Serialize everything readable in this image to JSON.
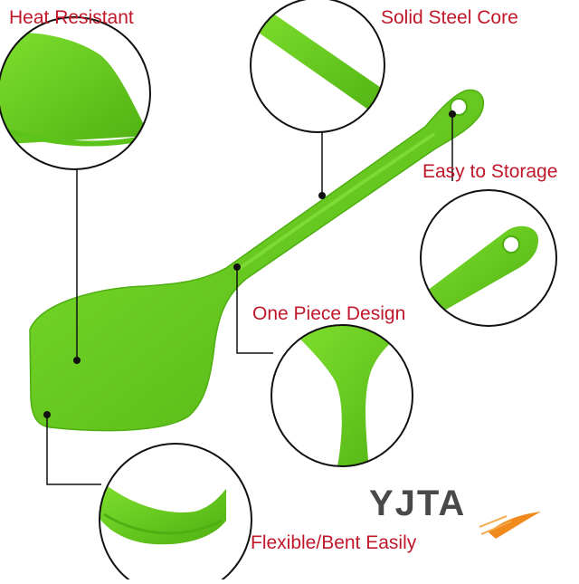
{
  "labels": {
    "heat": "Heat Resistant",
    "steel": "Solid Steel Core",
    "storage": "Easy to Storage",
    "onepiece": "One Piece Design",
    "flexible": "Flexible/Bent Easily"
  },
  "brand": "YJTA",
  "colors": {
    "label": "#c0182a",
    "spatula": "#6ad11f",
    "spatula_dark": "#4fae12"
  }
}
